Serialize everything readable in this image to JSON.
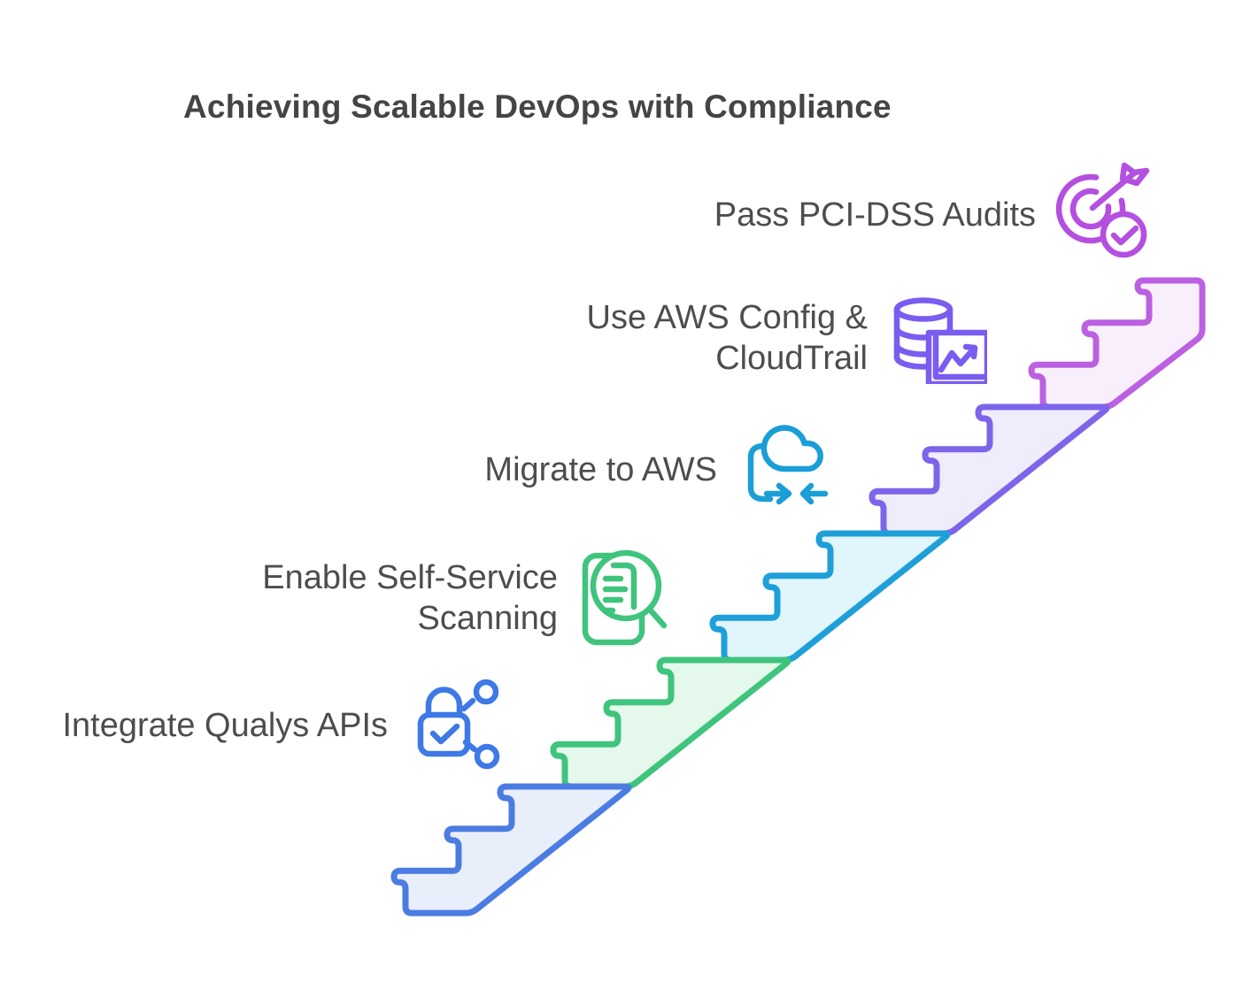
{
  "title": "Achieving Scalable DevOps with Compliance",
  "colors": {
    "background": "#ffffff",
    "title_text": "#454545",
    "label_text": "#4d4d4d"
  },
  "steps": [
    {
      "label": "Integrate Qualys APIs",
      "line1": "Integrate Qualys APIs",
      "icon": "padlock-check-share-icon",
      "accent": "#3e79e6",
      "stair_stroke": "#4b7ce2",
      "stair_fill": "#e9eefb"
    },
    {
      "label": "Enable Self-Service Scanning",
      "line1": "Enable Self-Service",
      "line2": "Scanning",
      "icon": "document-magnifier-icon",
      "accent": "#3fc47d",
      "stair_stroke": "#3fc47d",
      "stair_fill": "#e4f8ec"
    },
    {
      "label": "Migrate to AWS",
      "line1": "Migrate to AWS",
      "icon": "cloud-migrate-arrows-icon",
      "accent": "#1b9ed8",
      "stair_stroke": "#1f9fd9",
      "stair_fill": "#e0f5fc"
    },
    {
      "label": "Use AWS Config & CloudTrail",
      "line1": "Use AWS Config &",
      "line2": "CloudTrail",
      "icon": "database-chart-icon",
      "accent": "#7a5cf0",
      "stair_stroke": "#7d64e9",
      "stair_fill": "#efecfb"
    },
    {
      "label": "Pass PCI-DSS Audits",
      "line1": "Pass PCI-DSS Audits",
      "icon": "target-arrow-check-icon",
      "accent": "#b44fe0",
      "stair_stroke": "#bc60e2",
      "stair_fill": "#f9effc"
    }
  ]
}
